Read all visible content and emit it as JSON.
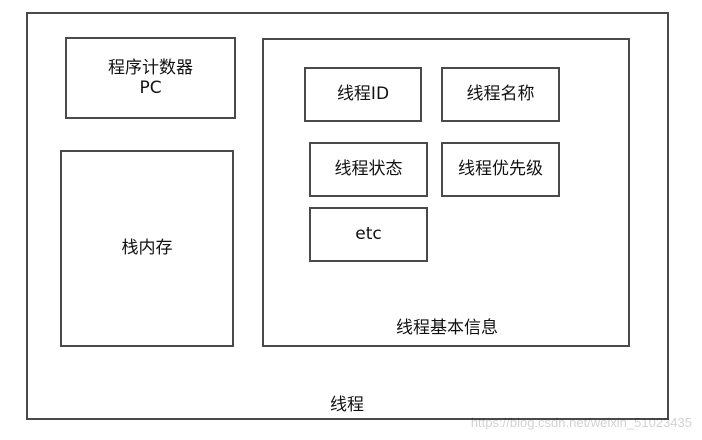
{
  "diagram": {
    "outer_label": "线程",
    "pc_box": {
      "line1": "程序计数器",
      "line2": "PC"
    },
    "stack_box": {
      "label": "栈内存"
    },
    "info_box": {
      "label": "线程基本信息",
      "items": [
        "线程ID",
        "线程名称",
        "线程状态",
        "线程优先级",
        "etc"
      ]
    }
  },
  "watermark": "https://blog.csdn.net/weixin_51023435"
}
